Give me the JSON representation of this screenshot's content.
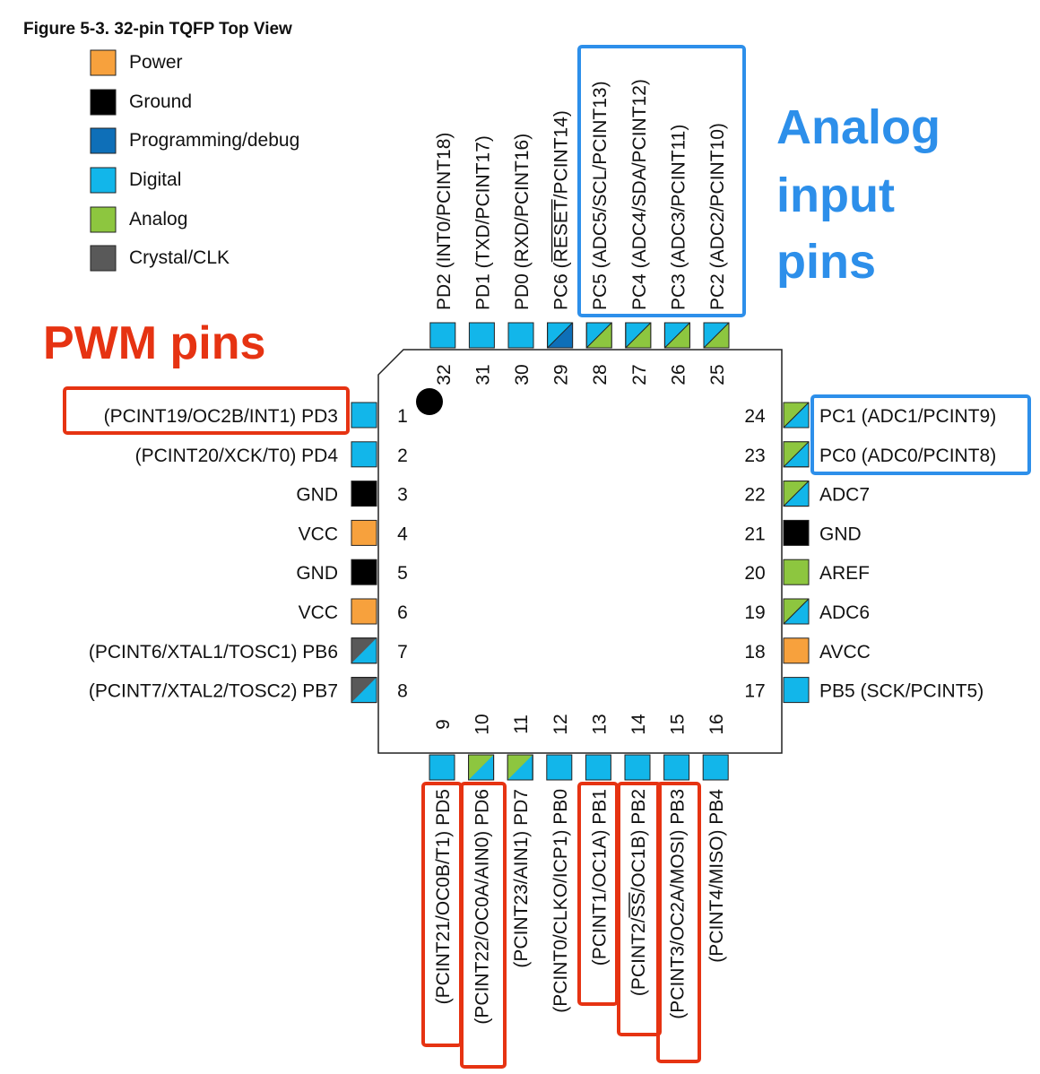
{
  "figure_title": "Figure 5-3.  32-pin TQFP Top View",
  "legend": [
    {
      "label": "Power",
      "color": "#f7a13d"
    },
    {
      "label": "Ground",
      "color": "#000000"
    },
    {
      "label": "Programming/debug",
      "color": "#0e6fb8"
    },
    {
      "label": "Digital",
      "color": "#12b6ea"
    },
    {
      "label": "Analog",
      "color": "#8dc63f"
    },
    {
      "label": "Crystal/CLK",
      "color": "#595959"
    }
  ],
  "colors": {
    "power": "#f7a13d",
    "ground": "#000000",
    "programming": "#0e6fb8",
    "digital": "#12b6ea",
    "analog": "#8dc63f",
    "crystal": "#595959",
    "highlight_red": "#e63312",
    "highlight_blue": "#2d8fea"
  },
  "pins": {
    "left": [
      {
        "number": "1",
        "label": "(PCINT19/OC2B/INT1) PD3",
        "type": "digital"
      },
      {
        "number": "2",
        "label": "(PCINT20/XCK/T0) PD4",
        "type": "digital"
      },
      {
        "number": "3",
        "label": "GND",
        "type": "ground"
      },
      {
        "number": "4",
        "label": "VCC",
        "type": "power"
      },
      {
        "number": "5",
        "label": "GND",
        "type": "ground"
      },
      {
        "number": "6",
        "label": "VCC",
        "type": "power"
      },
      {
        "number": "7",
        "label": "(PCINT6/XTAL1/TOSC1) PB6",
        "type": "digital/crystal"
      },
      {
        "number": "8",
        "label": "(PCINT7/XTAL2/TOSC2) PB7",
        "type": "digital/crystal"
      }
    ],
    "bottom": [
      {
        "number": "9",
        "label": "(PCINT21/OC0B/T1) PD5",
        "type": "digital"
      },
      {
        "number": "10",
        "label": "(PCINT22/OC0A/AIN0) PD6",
        "type": "digital/analog"
      },
      {
        "number": "11",
        "label": "(PCINT23/AIN1) PD7",
        "type": "digital/analog"
      },
      {
        "number": "12",
        "label": "(PCINT0/CLKO/ICP1) PB0",
        "type": "digital"
      },
      {
        "number": "13",
        "label": "(PCINT1/OC1A) PB1",
        "type": "digital"
      },
      {
        "number": "14",
        "label": "(PCINT2/SS/OC1B) PB2",
        "type": "digital"
      },
      {
        "number": "15",
        "label": "(PCINT3/OC2A/MOSI) PB3",
        "type": "digital"
      },
      {
        "number": "16",
        "label": "(PCINT4/MISO) PB4",
        "type": "digital"
      }
    ],
    "right": [
      {
        "number": "17",
        "label": "PB5 (SCK/PCINT5)",
        "type": "digital"
      },
      {
        "number": "18",
        "label": "AVCC",
        "type": "power"
      },
      {
        "number": "19",
        "label": "ADC6",
        "type": "digital/analog"
      },
      {
        "number": "20",
        "label": "AREF",
        "type": "analog"
      },
      {
        "number": "21",
        "label": "GND",
        "type": "ground"
      },
      {
        "number": "22",
        "label": "ADC7",
        "type": "digital/analog"
      },
      {
        "number": "23",
        "label": "PC0 (ADC0/PCINT8)",
        "type": "digital/analog"
      },
      {
        "number": "24",
        "label": "PC1 (ADC1/PCINT9)",
        "type": "digital/analog"
      }
    ],
    "top": [
      {
        "number": "25",
        "label": "PC2 (ADC2/PCINT10)",
        "type": "digital/analog"
      },
      {
        "number": "26",
        "label": "PC3 (ADC3/PCINT11)",
        "type": "digital/analog"
      },
      {
        "number": "27",
        "label": "PC4 (ADC4/SDA/PCINT12)",
        "type": "digital/analog"
      },
      {
        "number": "28",
        "label": "PC5 (ADC5/SCL/PCINT13)",
        "type": "digital/analog"
      },
      {
        "number": "29",
        "label": "PC6 (RESET/PCINT14)",
        "type": "digital/programming"
      },
      {
        "number": "30",
        "label": "PD0 (RXD/PCINT16)",
        "type": "digital"
      },
      {
        "number": "31",
        "label": "PD1 (TXD/PCINT17)",
        "type": "digital"
      },
      {
        "number": "32",
        "label": "PD2 (INT0/PCINT18)",
        "type": "digital"
      }
    ]
  },
  "annotations": {
    "pwm": "PWM pins",
    "analog": [
      "Analog",
      "input",
      "pins"
    ]
  }
}
